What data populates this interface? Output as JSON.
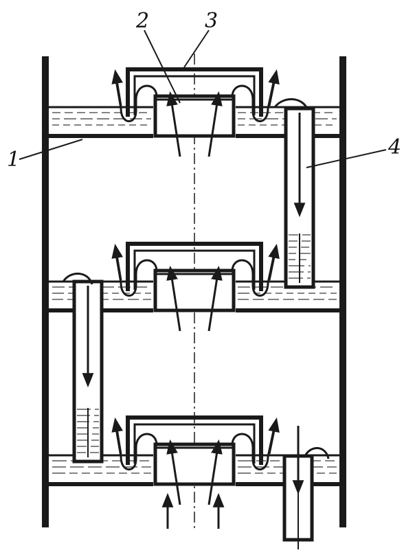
{
  "labels": {
    "l1": "1",
    "l2": "2",
    "l3": "3",
    "l4": "4"
  },
  "colors": {
    "ink": "#1a1a1a",
    "paper": "#ffffff"
  }
}
